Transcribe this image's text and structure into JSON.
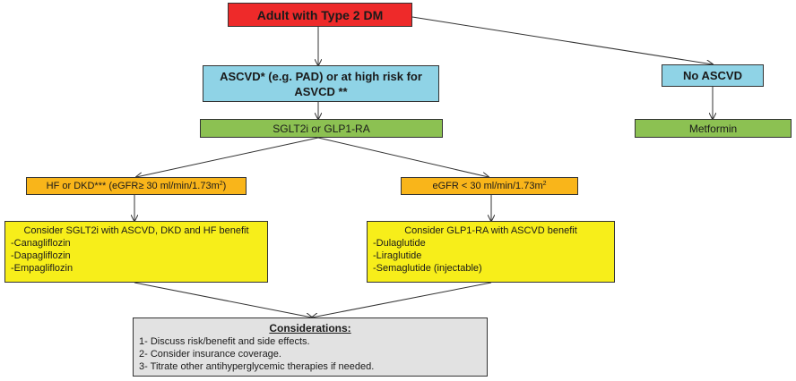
{
  "root": {
    "label": "Adult with Type 2 DM"
  },
  "ascvd": {
    "line1": "ASCVD* (e.g. PAD) or at high risk for",
    "line2": "ASVCD **"
  },
  "no_ascvd": {
    "label": "No ASCVD"
  },
  "sglt2_glp1": {
    "label": "SGLT2i or GLP1-RA"
  },
  "metformin": {
    "label": "Metformin"
  },
  "hf_dkd": {
    "prefix": "HF or DKD*** (eGFR≥ 30 ml/min/1.73m",
    "sup": "2",
    "suffix": ")"
  },
  "egfr_low": {
    "prefix": "eGFR < 30 ml/min/1.73m",
    "sup": "2"
  },
  "sglt2_box": {
    "title": "Consider SGLT2i with ASCVD, DKD and HF benefit",
    "items": [
      "-Canagliflozin",
      "-Dapagliflozin",
      "-Empagliflozin"
    ]
  },
  "glp1_box": {
    "title": "Consider GLP1-RA with ASCVD benefit",
    "items": [
      "-Dulaglutide",
      "-Liraglutide",
      "-Semaglutide (injectable)"
    ]
  },
  "considerations": {
    "title": "Considerations:",
    "items": [
      "1- Discuss risk/benefit and side effects.",
      "2- Consider insurance coverage.",
      "3- Titrate other antihyperglycemic therapies if needed."
    ]
  },
  "colors": {
    "root": "#ee2a2a",
    "ascvd": "#8fd3e6",
    "treatment": "#8cc152",
    "criteria": "#f9b51a",
    "options": "#f7ee1a",
    "considerations": "#e2e2e2"
  }
}
